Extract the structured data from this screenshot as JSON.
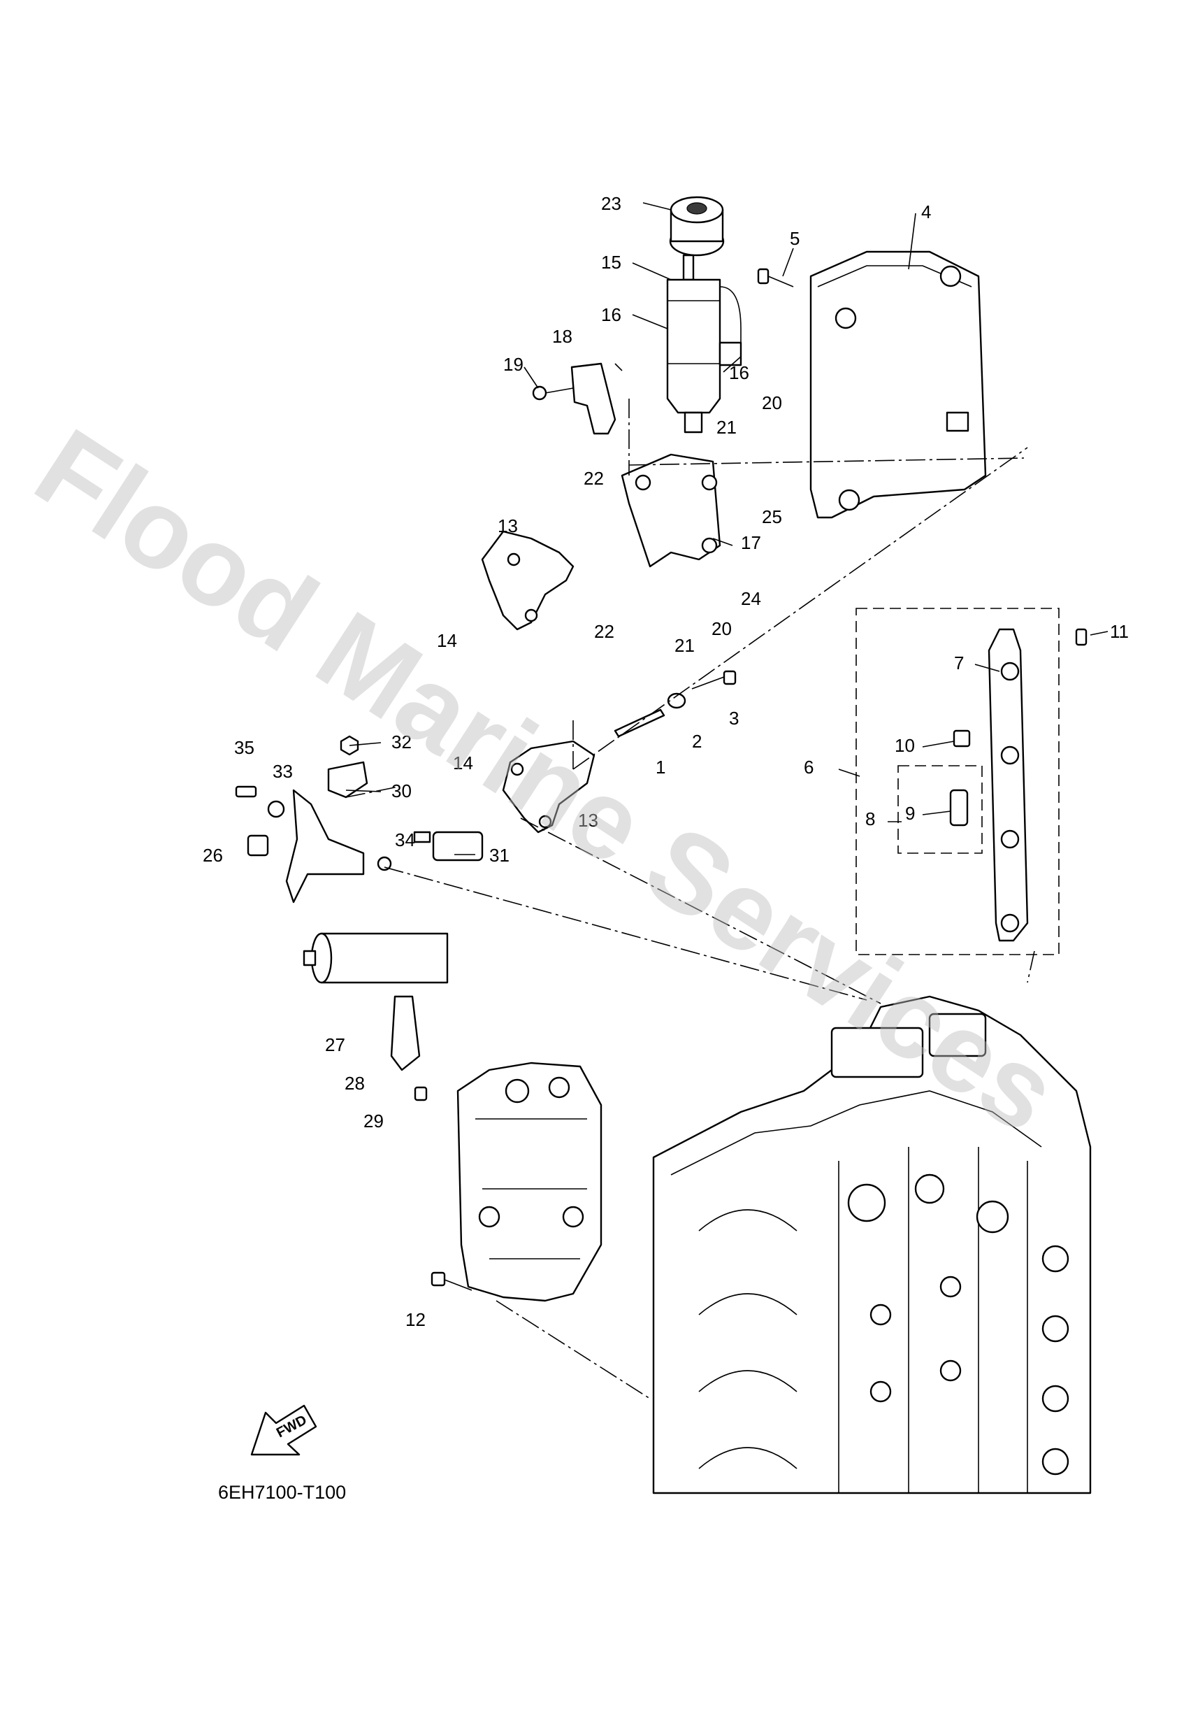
{
  "watermark": "Flood Marine Services",
  "drawing_code": "6EH7100-T100",
  "fwd_arrow_label": "FWD",
  "callouts": [
    "1",
    "2",
    "3",
    "4",
    "5",
    "6",
    "7",
    "8",
    "9",
    "10",
    "11",
    "12",
    "13",
    "13",
    "14",
    "14",
    "15",
    "16",
    "16",
    "17",
    "18",
    "19",
    "20",
    "20",
    "21",
    "21",
    "22",
    "22",
    "23",
    "24",
    "25",
    "26",
    "27",
    "28",
    "29",
    "30",
    "31",
    "32",
    "33",
    "34",
    "35"
  ]
}
